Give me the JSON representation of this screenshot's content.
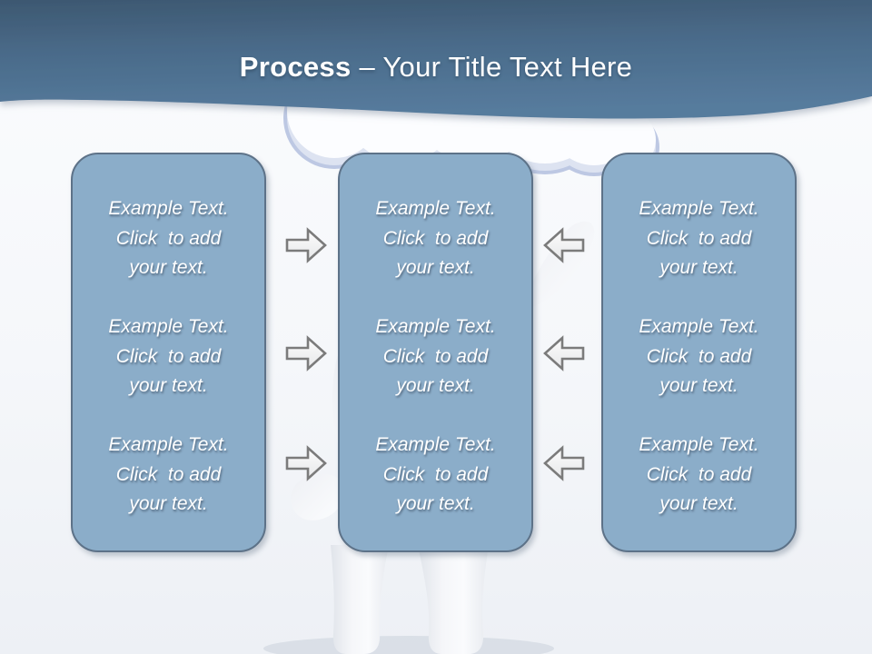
{
  "header": {
    "title_bold": "Process",
    "title_rest": "– Your Title Text Here"
  },
  "box_text": {
    "line1": "Example Text.",
    "line2": "Click  to add",
    "line3": "your text."
  },
  "boxes": [
    {
      "id": "left",
      "paragraph_count": 3
    },
    {
      "id": "middle",
      "paragraph_count": 3
    },
    {
      "id": "right",
      "paragraph_count": 3
    }
  ],
  "arrows": {
    "right_arrow_icon": "block arrow pointing right",
    "left_arrow_icon": "block arrow pointing left",
    "right_count": 3,
    "left_count": 3
  },
  "figure": {
    "description": "white 3d stick figure standing behind middle box with thought-bubble cloud"
  },
  "colors": {
    "header_blue_top": "#3d5871",
    "header_blue_bottom": "#567b9d",
    "box_fill": "#8badc9",
    "box_border": "#5d7288",
    "arrow_fill": "#f2f2f2",
    "arrow_border": "#7b7b7b",
    "cloud_outline": "#bdc8e3",
    "text_color": "#ffffff"
  }
}
